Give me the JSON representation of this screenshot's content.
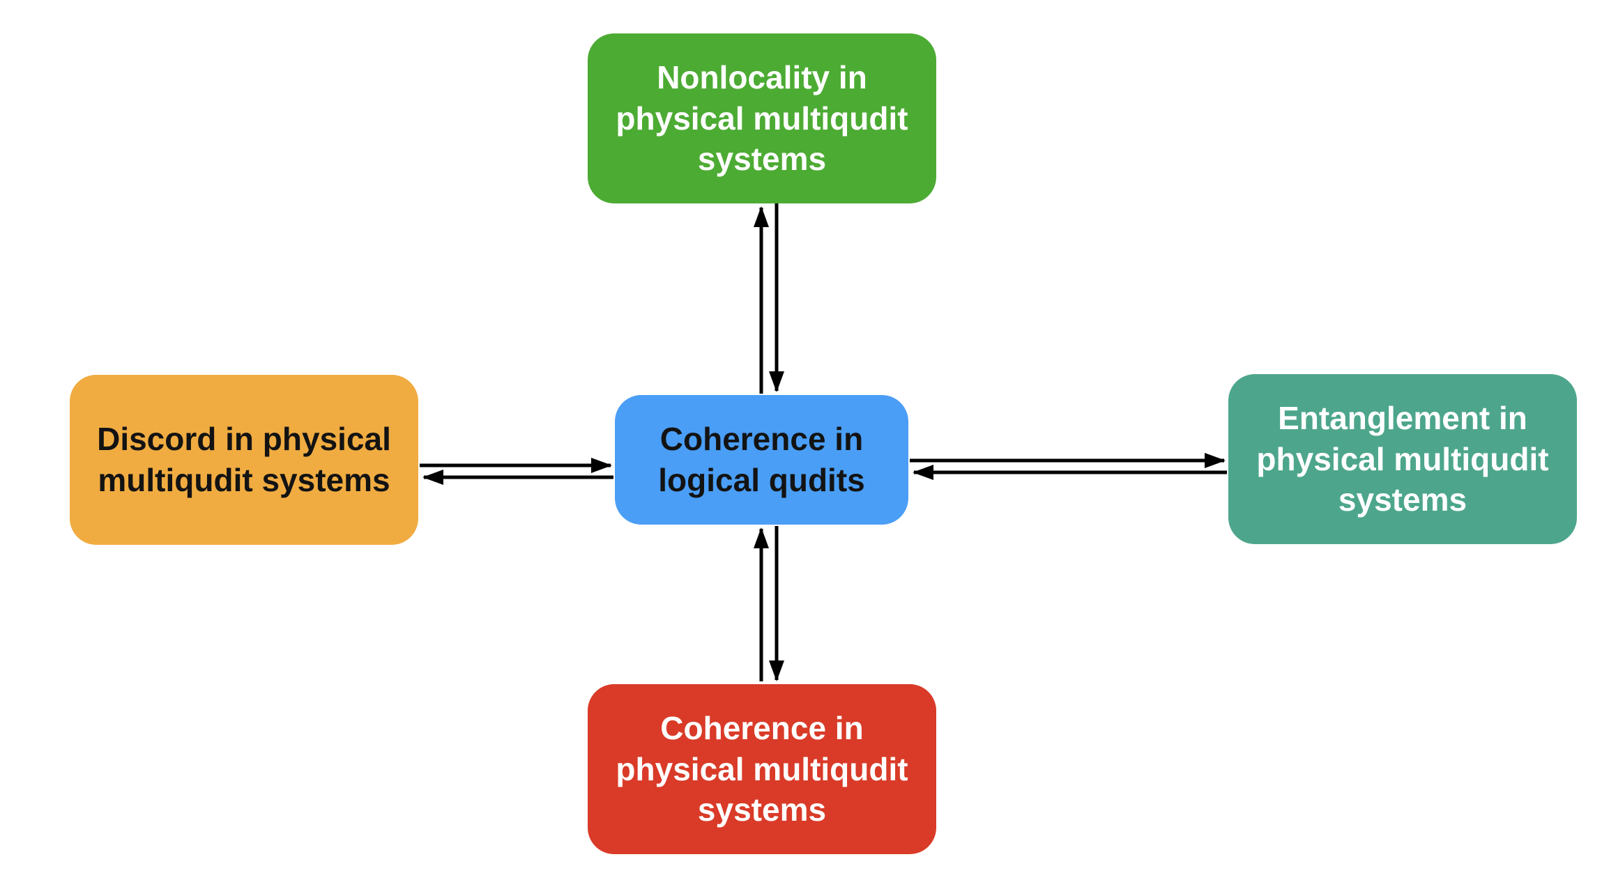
{
  "diagram": {
    "background_color": "#ffffff",
    "arrow_color": "#000000",
    "nodes": [
      {
        "id": "nonlocality-physical-multiqudit",
        "label": "Nonlocality in\nphysical multiqudit\nsystems",
        "position": "top",
        "color": "#4CAB33",
        "text_color": "#ffffff"
      },
      {
        "id": "discord-physical-multiqudit",
        "label": "Discord in physical\nmultiqudit systems",
        "position": "left",
        "color": "#F0AC41",
        "text_color": "#131313"
      },
      {
        "id": "coherence-logical-qudits",
        "label": "Coherence in\nlogical qudits",
        "position": "center",
        "color": "#4A9EF5",
        "text_color": "#131313"
      },
      {
        "id": "entanglement-physical-multiqudit",
        "label": "Entanglement in\nphysical multiqudit\nsystems",
        "position": "right",
        "color": "#4DA68C",
        "text_color": "#ffffff"
      },
      {
        "id": "coherence-physical-multiqudit",
        "label": "Coherence in\nphysical multiqudit\nsystems",
        "position": "bottom",
        "color": "#D93B28",
        "text_color": "#ffffff"
      }
    ],
    "edges": [
      {
        "from": "coherence-logical-qudits",
        "to": "nonlocality-physical-multiqudit",
        "arrow": "single-head"
      },
      {
        "from": "nonlocality-physical-multiqudit",
        "to": "coherence-logical-qudits",
        "arrow": "single-head"
      },
      {
        "from": "discord-physical-multiqudit",
        "to": "coherence-logical-qudits",
        "arrow": "single-head"
      },
      {
        "from": "coherence-logical-qudits",
        "to": "discord-physical-multiqudit",
        "arrow": "single-head"
      },
      {
        "from": "coherence-logical-qudits",
        "to": "entanglement-physical-multiqudit",
        "arrow": "single-head"
      },
      {
        "from": "entanglement-physical-multiqudit",
        "to": "coherence-logical-qudits",
        "arrow": "single-head"
      },
      {
        "from": "coherence-logical-qudits",
        "to": "coherence-physical-multiqudit",
        "arrow": "single-head"
      },
      {
        "from": "coherence-physical-multiqudit",
        "to": "coherence-logical-qudits",
        "arrow": "single-head"
      }
    ]
  }
}
